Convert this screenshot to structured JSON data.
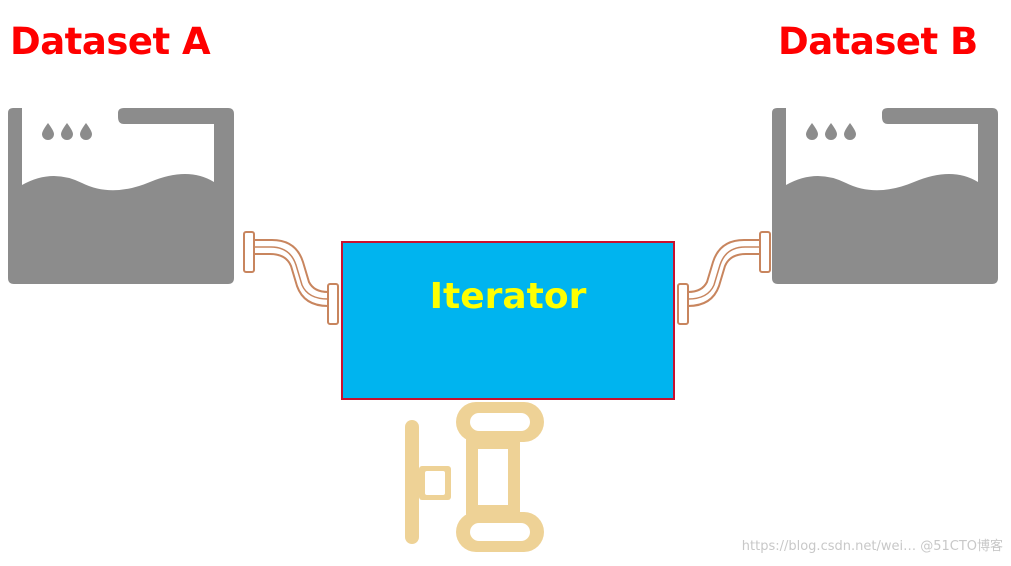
{
  "labels": {
    "dataset_a": "Dataset A",
    "dataset_b": "Dataset B",
    "iterator": "Iterator"
  },
  "watermark": "https://blog.csdn.net/wei… @51CTO博客",
  "icons": {
    "tank_left": "water-tank-icon",
    "tank_right": "water-tank-icon",
    "pipe_left": "pipe-elbow-icon",
    "pipe_right": "pipe-elbow-icon",
    "valve": "valve-icon"
  },
  "colors": {
    "label": "#ff0000",
    "tank": "#8c8c8c",
    "pipe": "#c8855e",
    "iterator_fill": "#00b4ef",
    "iterator_border": "#c8102e",
    "iterator_text": "#ffff00",
    "valve": "#eed296"
  }
}
